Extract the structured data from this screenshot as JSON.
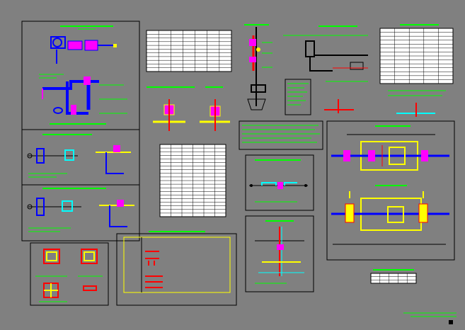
{
  "colors": {
    "background": "#808080",
    "frame": "#000000",
    "annotation": "#00ff00",
    "pipe": "#0000ff",
    "equipment": "#ff00ff",
    "valve": "#ffff00",
    "fitting": "#ff0000",
    "water": "#00ffff",
    "table_fill": "#ffffff",
    "title_line": "#ffff00"
  },
  "tables": [
    {
      "rows": 11,
      "cols": 7
    },
    {
      "rows": 20,
      "cols": 6
    },
    {
      "rows": 14,
      "cols": 5
    },
    {
      "rows": 3,
      "cols": 5
    }
  ]
}
